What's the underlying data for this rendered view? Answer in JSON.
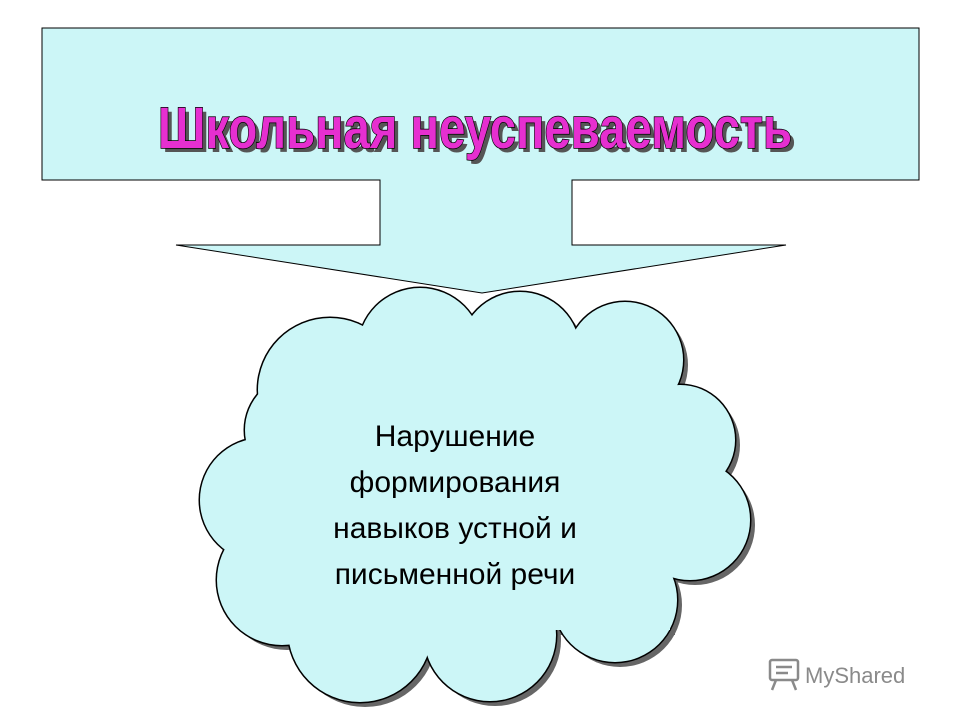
{
  "title": "Школьная неуспеваемость",
  "cloud_lines": [
    "Нарушение",
    "формирования",
    "навыков устной и",
    "письменной речи"
  ],
  "watermark": "MyShared",
  "colors": {
    "fill_light_cyan": "#ccf6f7",
    "title_magenta": "#e62fd0",
    "outline": "#000000",
    "shadow": "#666666",
    "watermark_gray": "#8a8a8a"
  },
  "icons": [
    "presentation-board-icon"
  ]
}
